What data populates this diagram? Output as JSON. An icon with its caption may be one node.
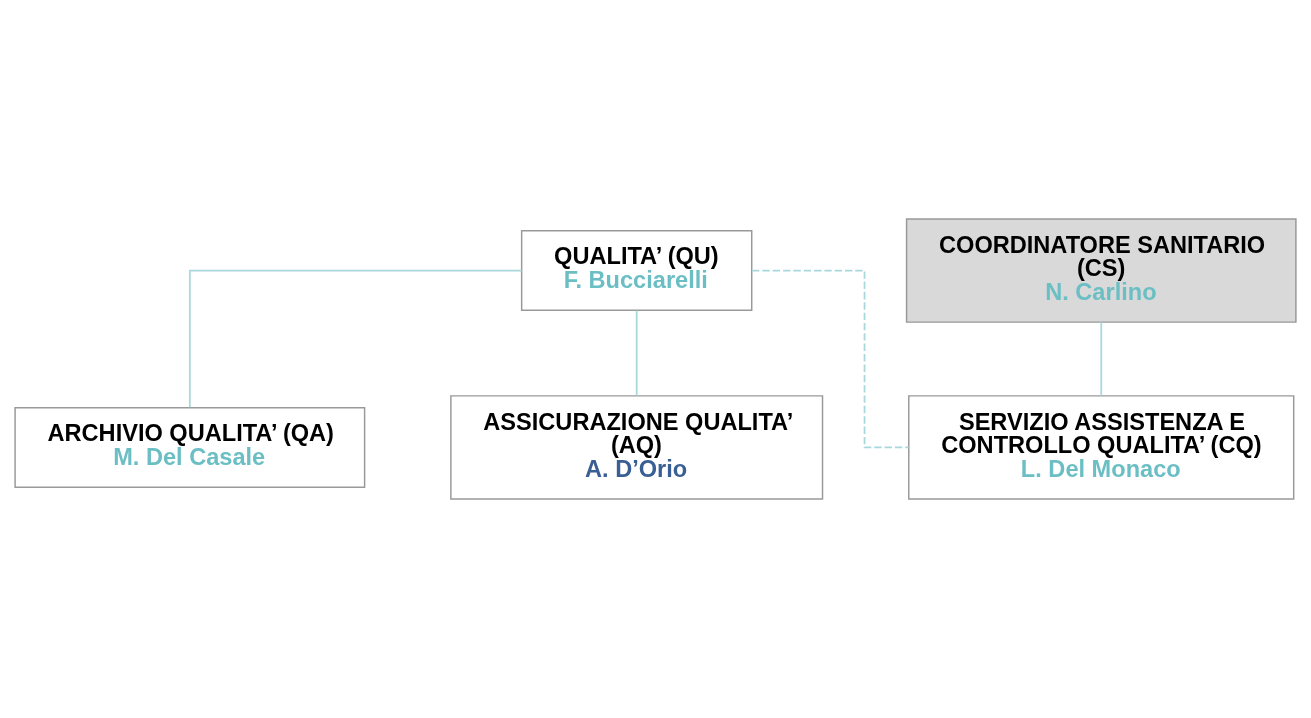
{
  "diagram": {
    "nodes": [
      {
        "text": [
          "QUALITA’ (QU)",
          "F. Bucciarelli"
        ]
      },
      {
        "text": [
          "COORDINATORE SANITARIO (CS)",
          "N. Carlino"
        ]
      },
      {
        "text": [
          "ARCHIVIO QUALITA’ (QA)",
          "M. Del Casale"
        ]
      },
      {
        "text": [
          "SERVIZIO ASSISTENZA E CONTROLLO QUALITA’ (CQ)",
          "L. Del Monaco"
        ]
      },
      {
        "text": [
          "ASSICURAZIONE QUALITA’ (AQ)",
          "A. D’Orio"
        ]
      }
    ],
    "edges": [
      {
        "from": 0,
        "to": 2,
        "arrow": "none"
      },
      {
        "from": 0,
        "to": 4,
        "arrow": "none"
      },
      {
        "from": 0,
        "to": 3,
        "arrow": "none",
        "style": "dashed"
      },
      {
        "from": 1,
        "to": 3,
        "arrow": "none"
      }
    ]
  }
}
